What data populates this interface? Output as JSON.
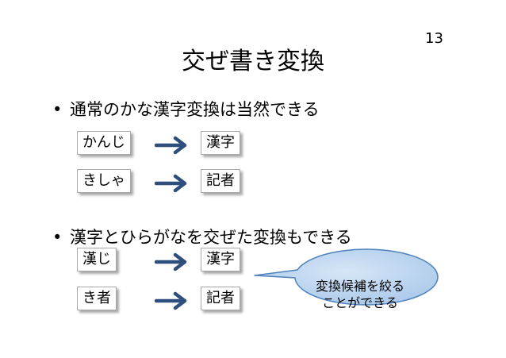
{
  "page_number": "13",
  "title": "交ぜ書き変換",
  "bullets": [
    {
      "marker": "•",
      "text": "通常のかな漢字変換は当然できる"
    },
    {
      "marker": "•",
      "text": "漢字とひらがなを交ぜた変換もできる"
    }
  ],
  "conversions": [
    {
      "input": "かんじ",
      "output": "漢字"
    },
    {
      "input": "きしゃ",
      "output": "記者"
    },
    {
      "input": "漢じ",
      "output": "漢字"
    },
    {
      "input": "き者",
      "output": "記者"
    }
  ],
  "callout": {
    "line1": "変換候補を絞る",
    "line2": "ことができる"
  },
  "colors": {
    "arrow": "#2e4e7e",
    "box_border": "#a9a9a9",
    "callout_fill": "#b9d3ef",
    "callout_stroke": "#4f81bd"
  }
}
